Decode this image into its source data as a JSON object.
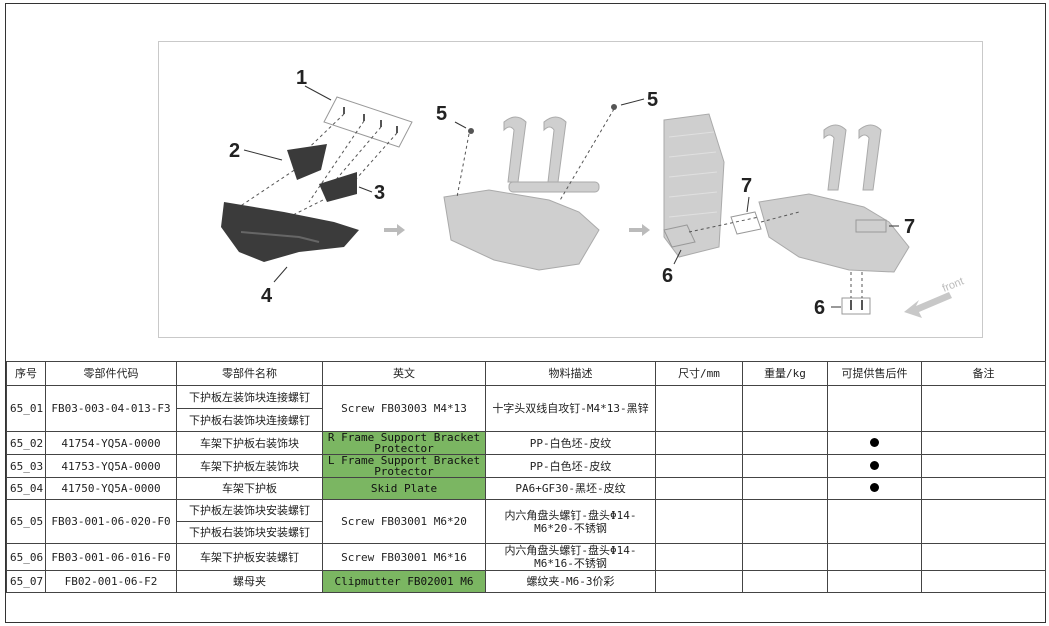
{
  "figure": {
    "callouts": [
      "1",
      "2",
      "3",
      "4",
      "5",
      "5",
      "6",
      "7",
      "6",
      "7"
    ],
    "front_label": "front"
  },
  "table": {
    "headers": [
      "序号",
      "零部件代码",
      "零部件名称",
      "英文",
      "物料描述",
      "尺寸/mm",
      "重量/kg",
      "可提供售后件",
      "备注"
    ],
    "rows": [
      {
        "seq": "65_01",
        "code": "FB03-003-04-013-F3",
        "names": [
          "下护板左装饰块连接螺钉",
          "下护板右装饰块连接螺钉"
        ],
        "english": "Screw FB03003 M4*13",
        "desc": "十字头双线自攻钉-M4*13-黑锌",
        "size": "",
        "weight": "",
        "aftersale": false,
        "remark": ""
      },
      {
        "seq": "65_02",
        "code": "41754-YQ5A-0000",
        "names": [
          "车架下护板右装饰块"
        ],
        "english": "R Frame Support Bracket Protector",
        "desc": "PP-白色坯-皮纹",
        "size": "",
        "weight": "",
        "aftersale": true,
        "remark": ""
      },
      {
        "seq": "65_03",
        "code": "41753-YQ5A-0000",
        "names": [
          "车架下护板左装饰块"
        ],
        "english": "L Frame Support Bracket Protector",
        "desc": "PP-白色坯-皮纹",
        "size": "",
        "weight": "",
        "aftersale": true,
        "remark": ""
      },
      {
        "seq": "65_04",
        "code": "41750-YQ5A-0000",
        "names": [
          "车架下护板"
        ],
        "english": "Skid Plate",
        "desc": "PA6+GF30-黑坯-皮纹",
        "size": "",
        "weight": "",
        "aftersale": true,
        "remark": ""
      },
      {
        "seq": "65_05",
        "code": "FB03-001-06-020-F0",
        "names": [
          "下护板左装饰块安装螺钉",
          "下护板右装饰块安装螺钉"
        ],
        "english": "Screw FB03001 M6*20",
        "desc": "内六角盘头螺钉-盘头Φ14-M6*20-不锈钢",
        "size": "",
        "weight": "",
        "aftersale": false,
        "remark": ""
      },
      {
        "seq": "65_06",
        "code": "FB03-001-06-016-F0",
        "names": [
          "车架下护板安装螺钉"
        ],
        "english": "Screw FB03001 M6*16",
        "desc": "内六角盘头螺钉-盘头Φ14-M6*16-不锈钢",
        "size": "",
        "weight": "",
        "aftersale": false,
        "remark": ""
      },
      {
        "seq": "65_07",
        "code": "FB02-001-06-F2",
        "names": [
          "螺母夹"
        ],
        "english": "Clipmutter FB02001 M6",
        "desc": "螺纹夹-M6-3价彩",
        "size": "",
        "weight": "",
        "aftersale": false,
        "remark": ""
      }
    ]
  },
  "colors": {
    "green_cell": "#7bb662",
    "border": "#444444",
    "part_dark": "#3a3a3a",
    "part_grey": "#c8c8c8"
  }
}
